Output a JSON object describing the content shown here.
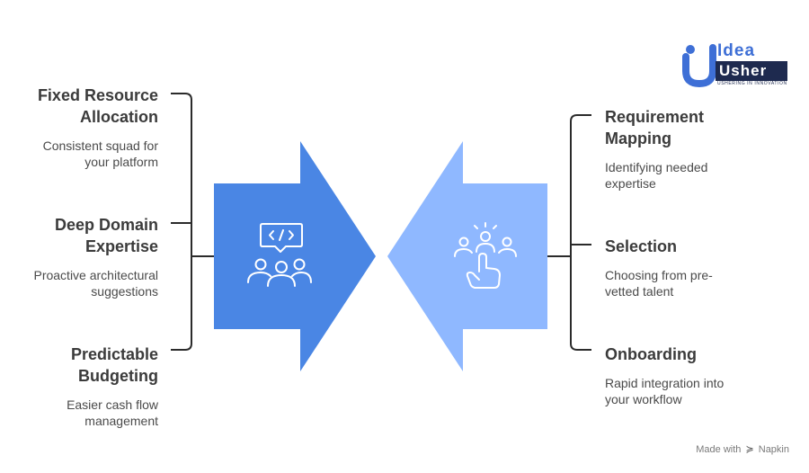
{
  "left_items": [
    {
      "title": "Fixed Resource Allocation",
      "title_line1": "Fixed Resource",
      "title_line2": "Allocation",
      "desc_line1": "Consistent squad for",
      "desc_line2": "your platform"
    },
    {
      "title": "Deep Domain Expertise",
      "title_line1": "Deep Domain",
      "title_line2": "Expertise",
      "desc_line1": "Proactive architectural",
      "desc_line2": "suggestions"
    },
    {
      "title": "Predictable Budgeting",
      "title_line1": "Predictable",
      "title_line2": "Budgeting",
      "desc_line1": "Easier cash flow",
      "desc_line2": "management"
    }
  ],
  "right_items": [
    {
      "title_line1": "Requirement",
      "title_line2": "Mapping",
      "desc_line1": "Identifying needed",
      "desc_line2": "expertise"
    },
    {
      "title_line1": "Selection",
      "title_line2": "",
      "desc_line1": "Choosing from pre-",
      "desc_line2": "vetted talent"
    },
    {
      "title_line1": "Onboarding",
      "title_line2": "",
      "desc_line1": "Rapid integration into",
      "desc_line2": "your workflow"
    }
  ],
  "logo": {
    "word1": "Idea",
    "word2": "Usher",
    "tagline": "USHERING IN INNOVATION"
  },
  "footer": {
    "made_with": "Made with",
    "brand": "Napkin",
    "mark": "≽"
  },
  "icons": {
    "left_arrow_icon": "code-team-icon",
    "right_arrow_icon": "select-person-icon"
  },
  "colors": {
    "left_arrow": "#4a86e4",
    "right_arrow": "#8fb8ff",
    "bracket": "#2b2b2b",
    "logo_blue": "#3e6fd6",
    "logo_dark": "#1e2a4f"
  }
}
